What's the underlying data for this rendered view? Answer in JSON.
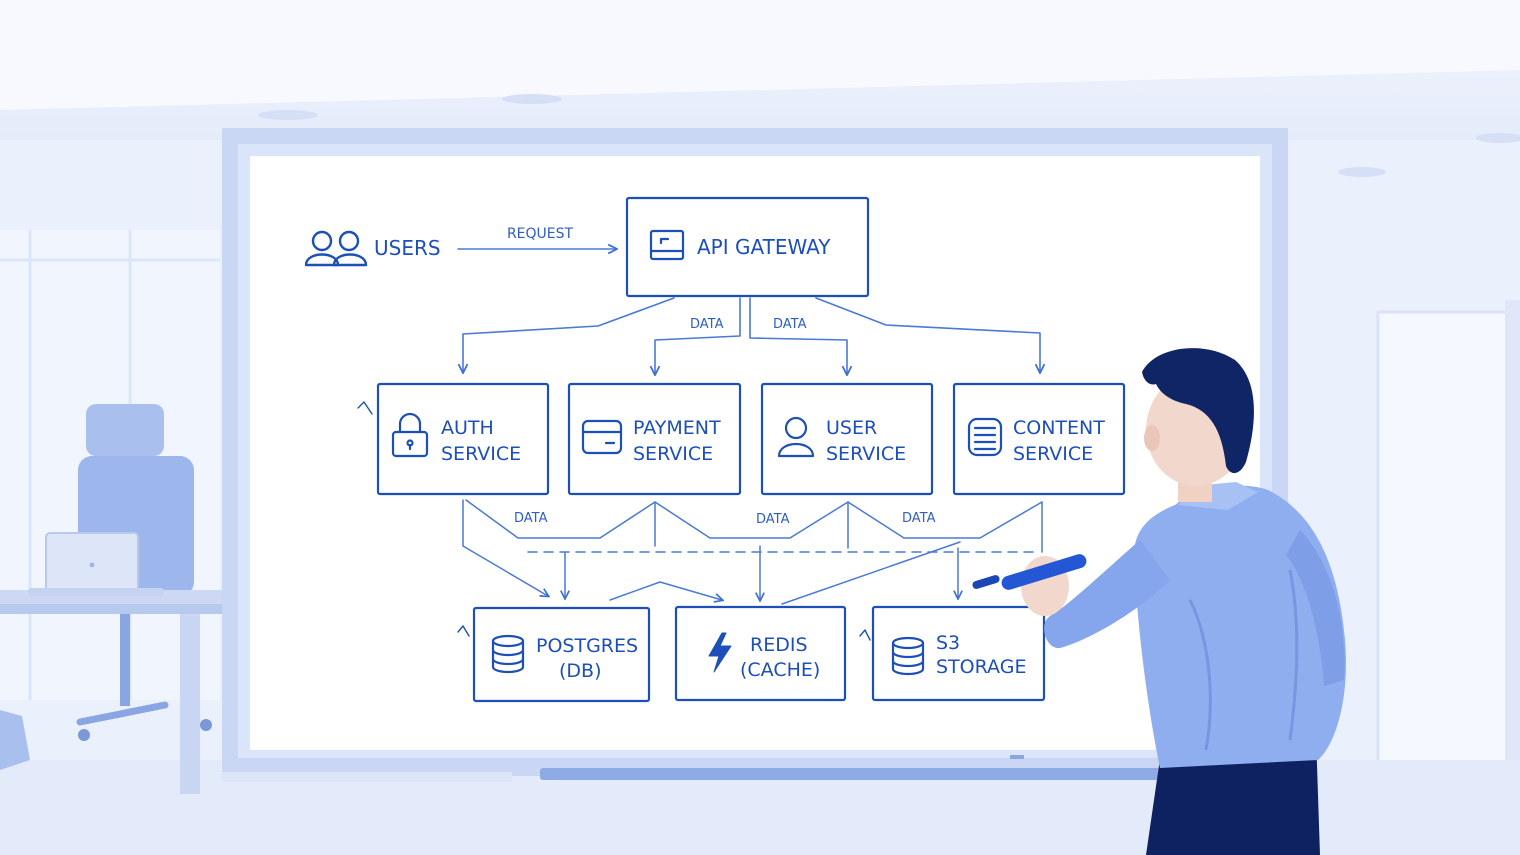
{
  "colors": {
    "ink": "#1d4fb8",
    "ink_light": "#4a79d6",
    "wall": "#e9eefb",
    "board": "#ffffff",
    "board_frame": "#c4d3f3",
    "shirt": "#8fb0f0",
    "hair": "#0f2566",
    "pants": "#0d2060",
    "pen": "#2457d6"
  },
  "diagram": {
    "users": {
      "label": "USERS",
      "icon": "users-icon"
    },
    "request_label": "REQUEST",
    "gateway": {
      "label": "API GATEWAY",
      "icon": "gateway-icon"
    },
    "data_label": "DATA",
    "services": [
      {
        "line1": "AUTH",
        "line2": "SERVICE",
        "icon": "lock-icon"
      },
      {
        "line1": "PAYMENT",
        "line2": "SERVICE",
        "icon": "card-icon"
      },
      {
        "line1": "USER",
        "line2": "SERVICE",
        "icon": "user-icon"
      },
      {
        "line1": "CONTENT",
        "line2": "SERVICE",
        "icon": "document-icon"
      }
    ],
    "stores": [
      {
        "line1": "POSTGRES",
        "line2": "(DB)",
        "icon": "database-icon"
      },
      {
        "line1": "REDIS",
        "line2": "(CACHE)",
        "icon": "lightning-icon"
      },
      {
        "line1": "S3",
        "line2": "STORAGE",
        "icon": "database-icon"
      }
    ]
  },
  "people": {
    "presenter": {
      "icon": "person-with-marker"
    }
  },
  "office": {
    "laptop": {
      "icon": "laptop-icon"
    },
    "chair": {
      "icon": "office-chair"
    }
  }
}
